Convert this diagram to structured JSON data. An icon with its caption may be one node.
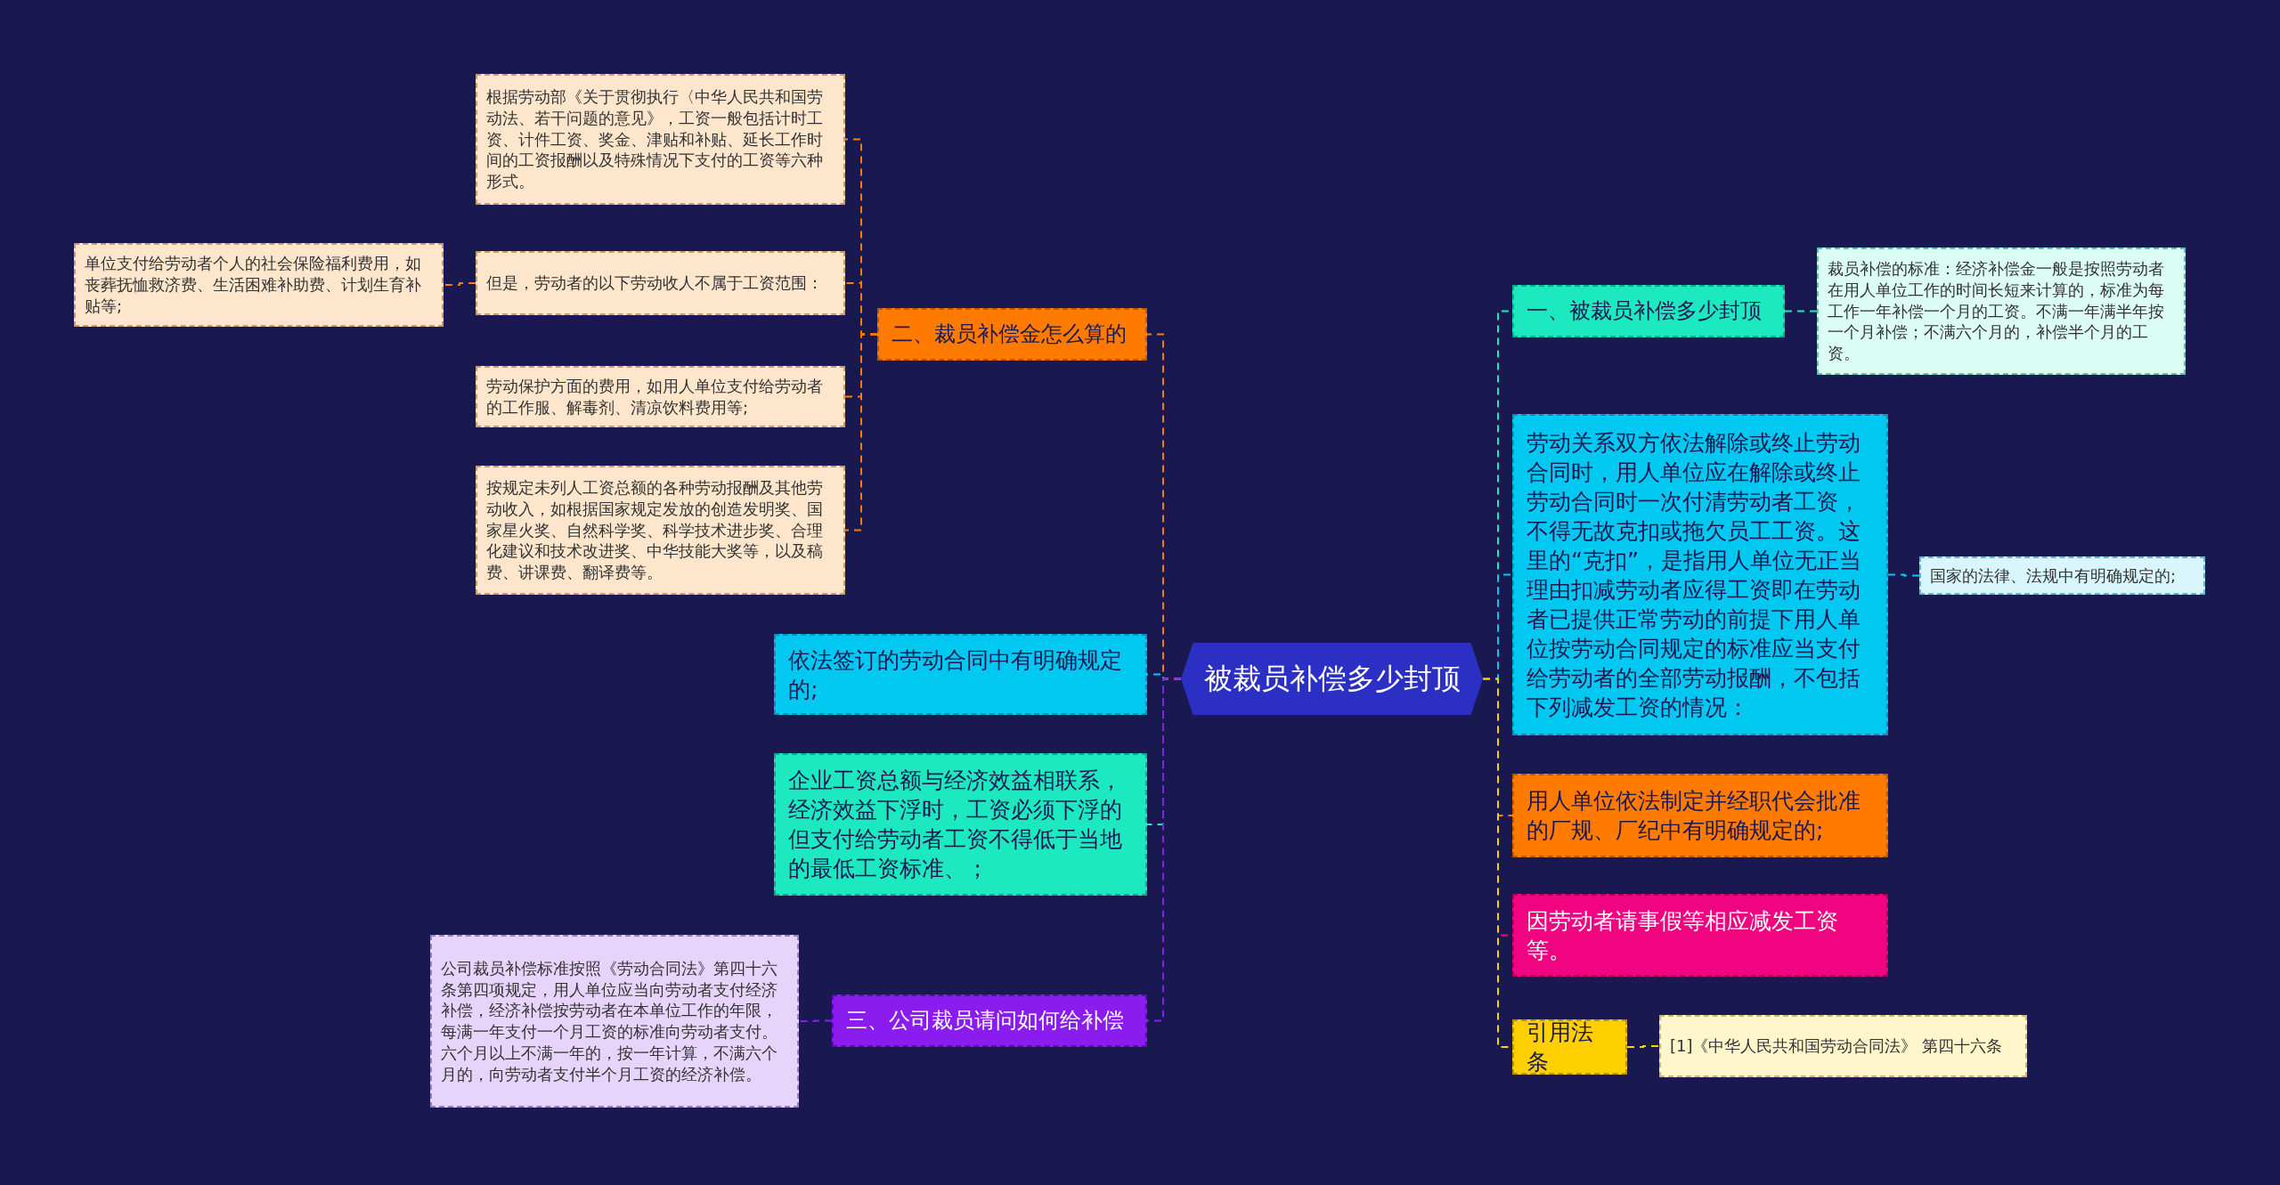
{
  "diagram": {
    "nodes": [
      {
        "text": [
          "被裁员补偿多少封顶"
        ]
      },
      {
        "text": [
          "一、被裁员补偿多少封顶"
        ]
      },
      {
        "text": [
          "裁员补偿的标准：经济补偿金一般是按照劳动者在用人单位工作的时间长短来计算的，标准为每工作一年补偿一个月的工资。不满一年满半年按一个月补偿；不满六个月的，补偿半个月的工资。"
        ]
      },
      {
        "text": [
          "劳动关系双方依法解除或终止劳动合同时，用人单位应在解除或终止劳动合同时一次付清劳动者工资，不得无故克扣或拖欠员工工资。这里的“克扣”，是指用人单位无正当理由扣减劳动者应得工资即在劳动者已提供正常劳动的前提下用人单位按劳动合同规定的标准应当支付给劳动者的全部劳动报酬，不包括下列减发工资的情况："
        ]
      },
      {
        "text": [
          "国家的法律、法规中有明确规定的;"
        ]
      },
      {
        "text": [
          "用人单位依法制定并经职代会批准的厂规、厂纪中有明确规定的;"
        ]
      },
      {
        "text": [
          "因劳动者请事假等相应减发工资等。"
        ]
      },
      {
        "text": [
          "引用法条"
        ]
      },
      {
        "text": [
          "[1]《中华人民共和国劳动合同法》 第四十六条"
        ]
      },
      {
        "text": [
          "二、裁员补偿金怎么算的"
        ]
      },
      {
        "text": [
          "根据劳动部《关于贯彻执行〈中华人民共和国劳动法、若干问题的意见》，工资一般包括计时工资、计件工资、奖金、津贴和补贴、延长工作时间的工资报酬以及特殊情况下支付的工资等六种形式。"
        ]
      },
      {
        "text": [
          "但是，劳动者的以下劳动收人不属于工资范围："
        ]
      },
      {
        "text": [
          "单位支付给劳动者个人的社会保险福利费用，如丧葬抚恤救济费、生活困难补助费、计划生育补贴等;"
        ]
      },
      {
        "text": [
          "劳动保护方面的费用，如用人单位支付给劳动者的工作服、解毒剂、清凉饮料费用等;"
        ]
      },
      {
        "text": [
          "按规定未列人工资总额的各种劳动报酬及其他劳动收入，如根据国家规定发放的创造发明奖、国家星火奖、自然科学奖、科学技术进步奖、合理化建议和技术改进奖、中华技能大奖等，以及稿费、讲课费、翻译费等。"
        ]
      },
      {
        "text": [
          "依法签订的劳动合同中有明确规定的;"
        ]
      },
      {
        "text": [
          "企业工资总额与经济效益相联系，经济效益下浮时，工资必须下浮的但支付给劳动者工资不得低于当地的最低工资标准、；"
        ]
      },
      {
        "text": [
          "三、公司裁员请问如何给补偿"
        ]
      },
      {
        "text": [
          "公司裁员补偿标准按照《劳动合同法》第四十六条第四项规定，用人单位应当向劳动者支付经济补偿，经济补偿按劳动者在本单位工作的年限，每满一年支付一个月工资的标准向劳动者支付。六个月以上不满一年的，按一年计算，不满六个月的，向劳动者支付半个月工资的经济补偿。"
        ]
      }
    ],
    "edges": [
      {
        "from": 0,
        "to": 1,
        "arrow": "none",
        "style": "dashed",
        "color": "#1de9c0"
      },
      {
        "from": 1,
        "to": 2,
        "arrow": "none",
        "style": "dashed",
        "color": "#1de9c0"
      },
      {
        "from": 0,
        "to": 3,
        "arrow": "none",
        "style": "dashed",
        "color": "#00c8f0"
      },
      {
        "from": 3,
        "to": 4,
        "arrow": "none",
        "style": "dashed",
        "color": "#00c8f0"
      },
      {
        "from": 0,
        "to": 5,
        "arrow": "none",
        "style": "dashed",
        "color": "#ff7b00"
      },
      {
        "from": 0,
        "to": 6,
        "arrow": "none",
        "style": "dashed",
        "color": "#f0047f"
      },
      {
        "from": 0,
        "to": 7,
        "arrow": "none",
        "style": "dashed",
        "color": "#ffd000"
      },
      {
        "from": 7,
        "to": 8,
        "arrow": "none",
        "style": "dashed",
        "color": "#ffd000"
      },
      {
        "from": 0,
        "to": 9,
        "arrow": "none",
        "style": "dashed",
        "color": "#ff7b00"
      },
      {
        "from": 9,
        "to": 10,
        "arrow": "none",
        "style": "dashed",
        "color": "#ff7b00"
      },
      {
        "from": 9,
        "to": 11,
        "arrow": "none",
        "style": "dashed",
        "color": "#ff7b00"
      },
      {
        "from": 11,
        "to": 12,
        "arrow": "none",
        "style": "dashed",
        "color": "#ff7b00"
      },
      {
        "from": 9,
        "to": 13,
        "arrow": "none",
        "style": "dashed",
        "color": "#ff7b00"
      },
      {
        "from": 9,
        "to": 14,
        "arrow": "none",
        "style": "dashed",
        "color": "#ff7b00"
      },
      {
        "from": 0,
        "to": 15,
        "arrow": "none",
        "style": "dashed",
        "color": "#00c8f0"
      },
      {
        "from": 0,
        "to": 16,
        "arrow": "none",
        "style": "dashed",
        "color": "#1de9c0"
      },
      {
        "from": 0,
        "to": 17,
        "arrow": "none",
        "style": "dashed",
        "color": "#8a1cf0"
      },
      {
        "from": 17,
        "to": 18,
        "arrow": "none",
        "style": "dashed",
        "color": "#8a1cf0"
      }
    ]
  }
}
